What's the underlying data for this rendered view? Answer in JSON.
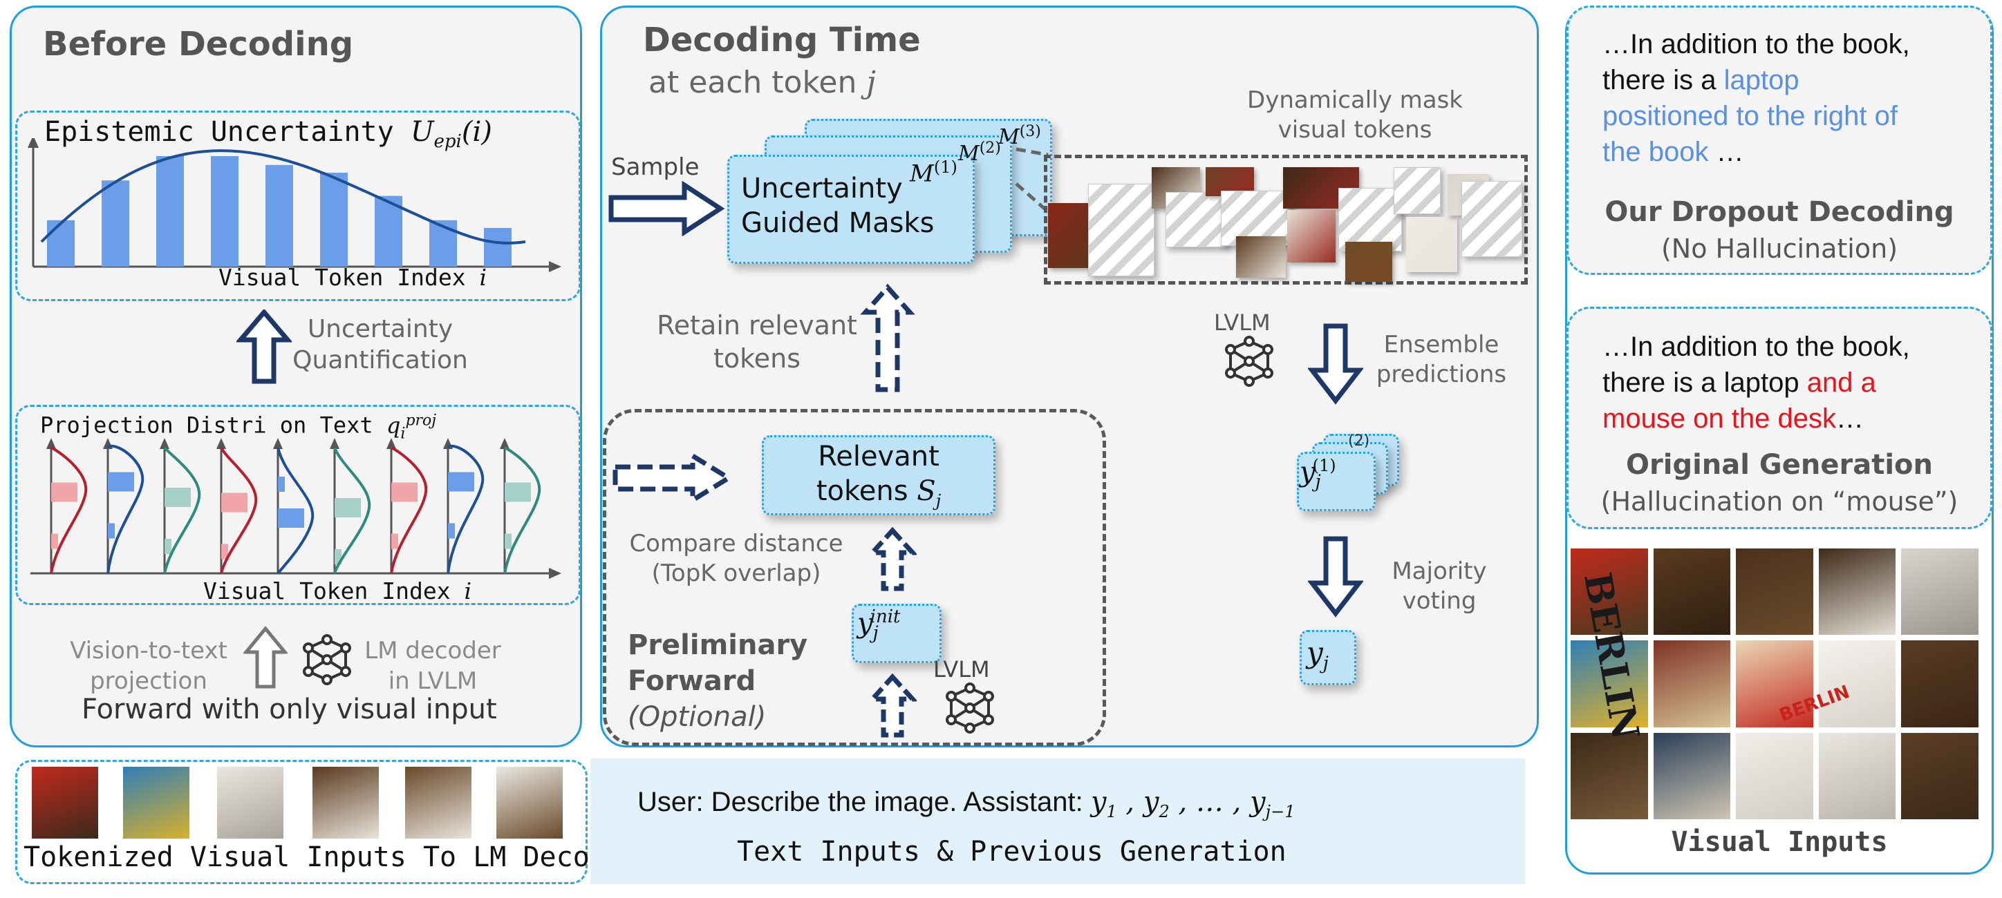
{
  "before": {
    "title": "Before Decoding",
    "epistemic_label": "Epistemic Uncertainty ",
    "epistemic_math": "U_epi(i)",
    "uq_label_1": "Uncertainty",
    "uq_label_2": "Quantification",
    "axis_label_top": "Visual Token Index ",
    "projection_label": "Projection Distri on Text ",
    "projection_math": "q_i^proj",
    "axis_label_bottom": "Visual Token Index ",
    "axis_var": "i",
    "v2t_1": "Vision-to-text",
    "v2t_2": "projection",
    "lmdec_1": "LM decoder",
    "lmdec_2": "in LVLM",
    "forward_label": "Forward with only visual input",
    "bar_values": [
      0.42,
      0.78,
      1.0,
      1.0,
      0.92,
      0.85,
      0.64,
      0.42,
      0.35
    ]
  },
  "decoding": {
    "title": "Decoding Time",
    "subtitle": "at each token ",
    "subtitle_var": "j",
    "sample_label": "Sample",
    "masks_line1": "Uncertainty",
    "masks_line2": "Guided Masks",
    "mask1": "M(1)",
    "mask2": "M(2)",
    "mask3": "M(3)",
    "dynamic_1": "Dynamically mask",
    "dynamic_2": "visual tokens",
    "retain_1": "Retain relevant",
    "retain_2": "tokens",
    "lvlm_right": "LVLM",
    "ensemble_1": "Ensemble",
    "ensemble_2": "predictions",
    "relevant_1": "Relevant",
    "relevant_2": "tokens ",
    "relevant_var": "S_j",
    "compare_1": "Compare distance",
    "compare_2": "(TopK overlap)",
    "prelim_1": "Preliminary",
    "prelim_2": "Forward",
    "prelim_3": "(Optional)",
    "yinit": "y_j^init",
    "lvlm_bottom": "LVLM",
    "yj_stack": "y_j^(1)",
    "yj_stack_back": "(2)",
    "majority_1": "Majority",
    "majority_2": "voting",
    "yj_final": "y_j"
  },
  "right": {
    "ours_l1": "…In addition to the book,",
    "ours_l2a": "there is a ",
    "ours_l2b": "laptop",
    "ours_l3": "positioned to the right of",
    "ours_l4a": "the book",
    "ours_l4b": " …",
    "ours_title": "Our Dropout Decoding",
    "ours_sub": "(No Hallucination)",
    "orig_l1": "…In addition to the book,",
    "orig_l2a": "there is a laptop ",
    "orig_l2b": "and a",
    "orig_l3a": "mouse on the desk",
    "orig_l3b": "…",
    "orig_title": "Original Generation",
    "orig_sub": "(Hallucination on “mouse”)",
    "visual_inputs": "Visual Inputs",
    "book_text_1": "BERLIN",
    "book_text_2": "BERLIN"
  },
  "bottom": {
    "tokenized": "Tokenized Visual Inputs To LM Decoder",
    "user_prefix": "User: Describe the image.  Assistant: ",
    "user_seq": "y_1 , y_2 , … , y_{j−1}",
    "text_inputs": "Text Inputs & Previous Generation"
  },
  "colors": {
    "panel_border": "#1e9fdc",
    "bar_blue": "#6a9ee8",
    "card_fill": "#bfe3f6",
    "arrow_navy": "#1d3867",
    "highlight_blue": "#5b8fe0",
    "highlight_red": "#e8141b"
  }
}
